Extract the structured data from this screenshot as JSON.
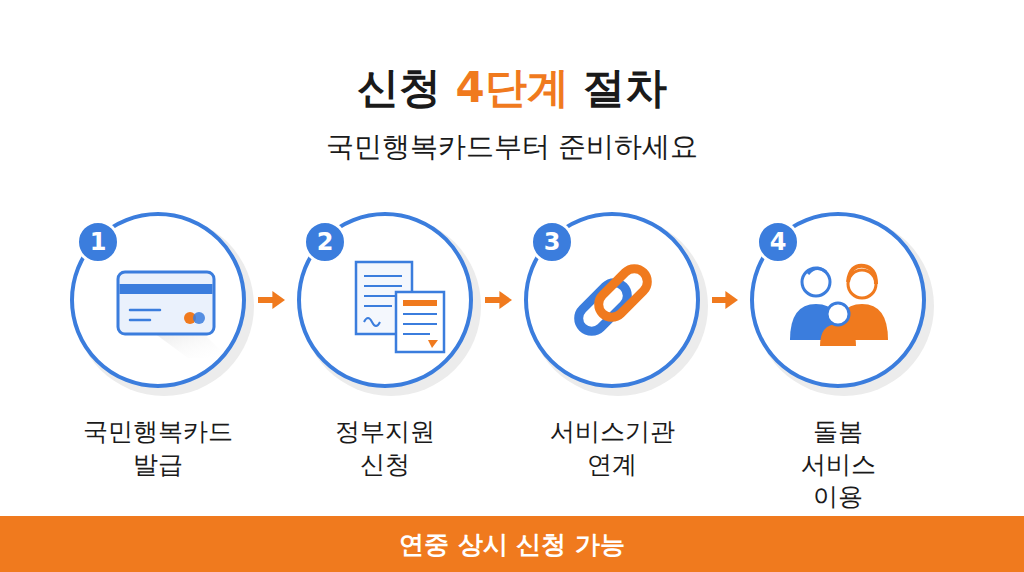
{
  "diagram": {
    "title": "신청 4단계 절차",
    "nodes": [
      {
        "text": [
          "1",
          "국민행복카드 발급"
        ]
      },
      {
        "text": [
          "2",
          "정부지원 신청"
        ]
      },
      {
        "text": [
          "3",
          "서비스기관 연계"
        ]
      },
      {
        "text": [
          "4",
          "돌봄 서비스 이용"
        ]
      },
      {
        "text": [
          "연중 상시 신청 가능"
        ]
      }
    ],
    "edges": [
      {
        "from": 0,
        "to": 1,
        "arrow": "to"
      },
      {
        "from": 1,
        "to": 2,
        "arrow": "to"
      },
      {
        "from": 2,
        "to": 3,
        "arrow": "to"
      }
    ],
    "labels": [
      "국민행복카드부터 준비하세요"
    ]
  }
}
